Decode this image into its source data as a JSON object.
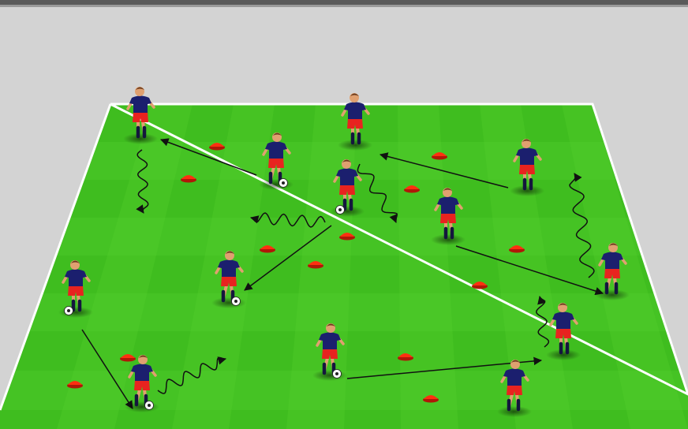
{
  "diagram": {
    "colors": {
      "background": "#d3d3d3",
      "grass_light": "#45c324",
      "grass_dark": "#3bb81c",
      "pitch_line": "#ffffff",
      "shirt": "#1b1f6e",
      "shorts": "#e8231f",
      "socks": "#14163d",
      "skin": "#e0a070",
      "hair": "#6b3b1c",
      "cone": "#ff3010",
      "arrow": "#111111",
      "ball": "#ffffff"
    },
    "players": [
      {
        "id": "p1",
        "facing": "left",
        "has_ball": false
      },
      {
        "id": "p2",
        "facing": "left",
        "has_ball": false
      },
      {
        "id": "p3",
        "facing": "right",
        "has_ball": true
      },
      {
        "id": "p4",
        "facing": "left",
        "has_ball": false
      },
      {
        "id": "p5",
        "facing": "left",
        "has_ball": true
      },
      {
        "id": "p6",
        "facing": "left",
        "has_ball": false
      },
      {
        "id": "p7",
        "facing": "right",
        "has_ball": true
      },
      {
        "id": "p8",
        "facing": "left",
        "has_ball": true
      },
      {
        "id": "p9",
        "facing": "right",
        "has_ball": true
      },
      {
        "id": "p10",
        "facing": "right",
        "has_ball": false
      },
      {
        "id": "p11",
        "facing": "left",
        "has_ball": false
      },
      {
        "id": "p12",
        "facing": "right",
        "has_ball": true
      },
      {
        "id": "p13",
        "facing": "right",
        "has_ball": false
      }
    ],
    "cone_count": 13,
    "pass_arrow_count": 6,
    "run_arrow_count": 6
  }
}
